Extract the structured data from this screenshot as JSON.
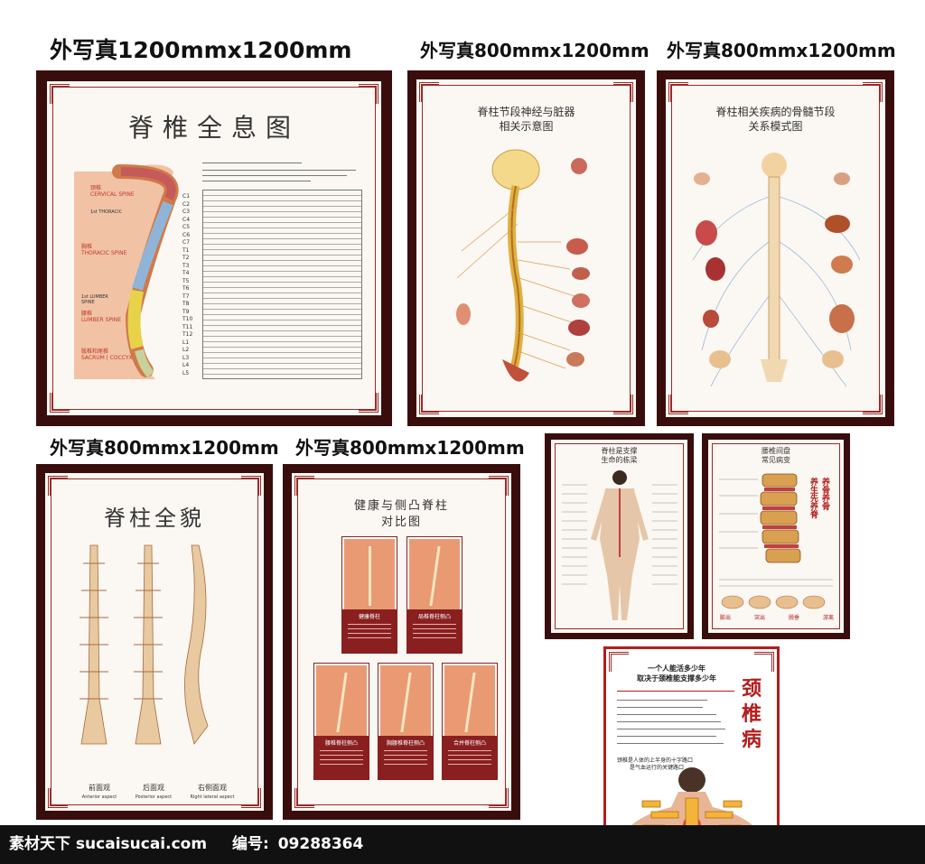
{
  "labels": {
    "p1": "外写真1200mmx1200mm",
    "p2": "外写真800mmx1200mm",
    "p3": "外写真800mmx1200mm",
    "p4": "外写真800mmx1200mm",
    "p5": "外写真800mmx1200mm"
  },
  "posters": {
    "p1": {
      "title": "脊椎全息图",
      "regions": [
        "颈椎",
        "CERVICAL SPINE",
        "1st THORACIC",
        "胸椎",
        "THORACIC SPINE",
        "1st LUMBER",
        "SPINE",
        "腰椎",
        "LUMBER SPINE",
        "骶椎和尾椎",
        "SACRUM | COCCYX"
      ],
      "vertebrae": [
        "C1",
        "C2",
        "C3",
        "C4",
        "C5",
        "C6",
        "C7",
        "T1",
        "T2",
        "T3",
        "T4",
        "T5",
        "T6",
        "T7",
        "T8",
        "T9",
        "T10",
        "T11",
        "T12",
        "L1",
        "L2",
        "L3",
        "L4",
        "L5"
      ]
    },
    "p2": {
      "title_line1": "脊柱节段神经与脏器",
      "title_line2": "相关示意图"
    },
    "p3": {
      "title_line1": "脊柱相关疾病的骨髓节段",
      "title_line2": "关系模式图"
    },
    "p4": {
      "title": "脊柱全貌",
      "captions": [
        "前面观",
        "后面观",
        "右侧面观"
      ],
      "captions_en": [
        "Anterior aspect",
        "Posterior aspect",
        "Right lateral aspect"
      ]
    },
    "p5": {
      "title_line1": "健康与侧凸脊柱",
      "title_line2": "对比图",
      "cards": [
        "健康脊柱",
        "局椎脊柱侧凸",
        "腰椎脊柱侧凸",
        "胸腰椎脊柱侧凸",
        "合并脊柱侧凸"
      ]
    },
    "p6": {
      "title_line1": "脊柱是支撑",
      "title_line2": "生命的栋梁"
    },
    "p7": {
      "title_line1": "腰椎间盘",
      "title_line2": "常见病变",
      "side_text": [
        "养生先养脊",
        "养骨养骨"
      ],
      "disc_labels": [
        "膨出",
        "突出",
        "脱垂",
        "游离"
      ]
    },
    "p8": {
      "headline1": "一个人能活多少年",
      "headline2": "取决于颈椎能支撑多少年",
      "big_title": "颈椎病",
      "body_note": "颈椎是人体的上半身的十字路口",
      "body_note2": "是气血运行的关键路口"
    }
  },
  "watermark": {
    "site": "素材天下 sucaisucai.com",
    "id_label": "编号:",
    "id_value": "09288364"
  },
  "colors": {
    "frame": "#3a0d0d",
    "accent": "#9a2a2a",
    "skin": "#e99a72"
  }
}
